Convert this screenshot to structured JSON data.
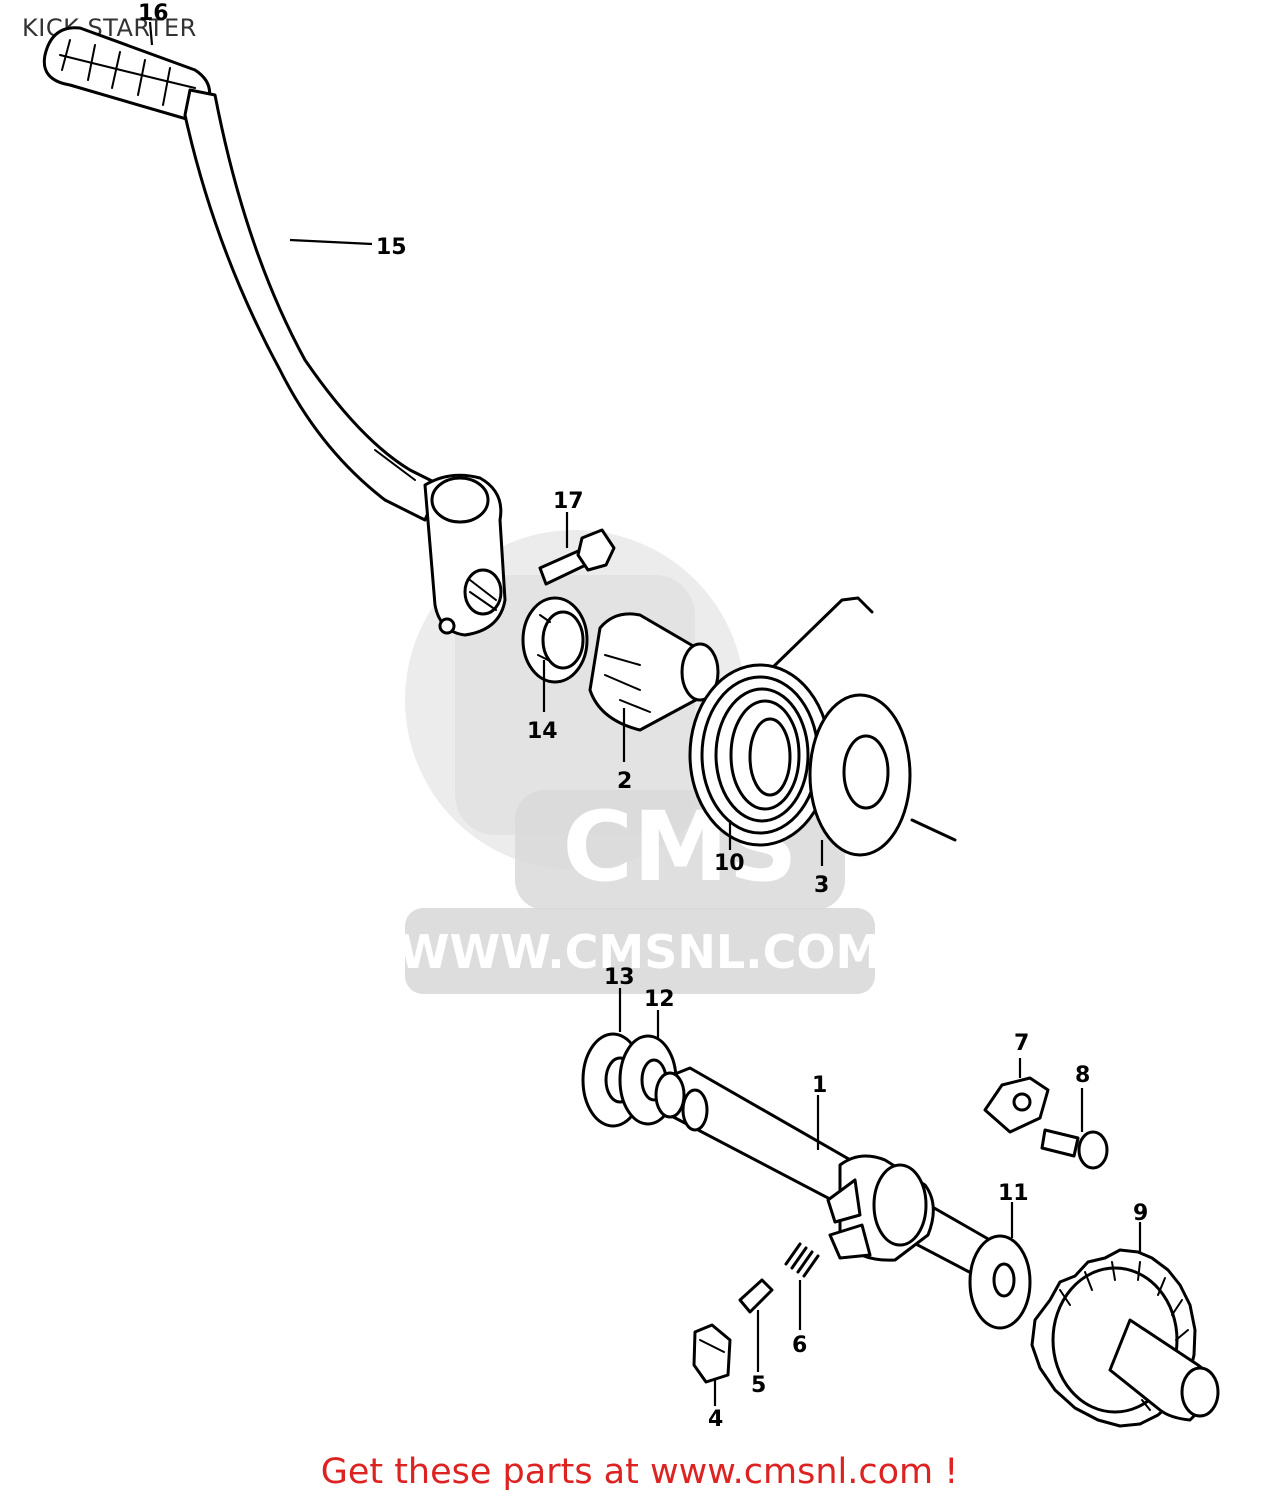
{
  "title": "KICK STARTER",
  "footer": "Get these parts at www.cmsnl.com !",
  "watermark": {
    "logo_text": "CMS",
    "url_text": "WWW.CMSNL.COM"
  },
  "colors": {
    "footer": "#dd2222",
    "ink": "#000000",
    "watermark": "#d9d9d9"
  },
  "callouts": [
    "1",
    "2",
    "3",
    "4",
    "5",
    "6",
    "7",
    "8",
    "9",
    "10",
    "11",
    "12",
    "13",
    "14",
    "15",
    "16",
    "17"
  ]
}
